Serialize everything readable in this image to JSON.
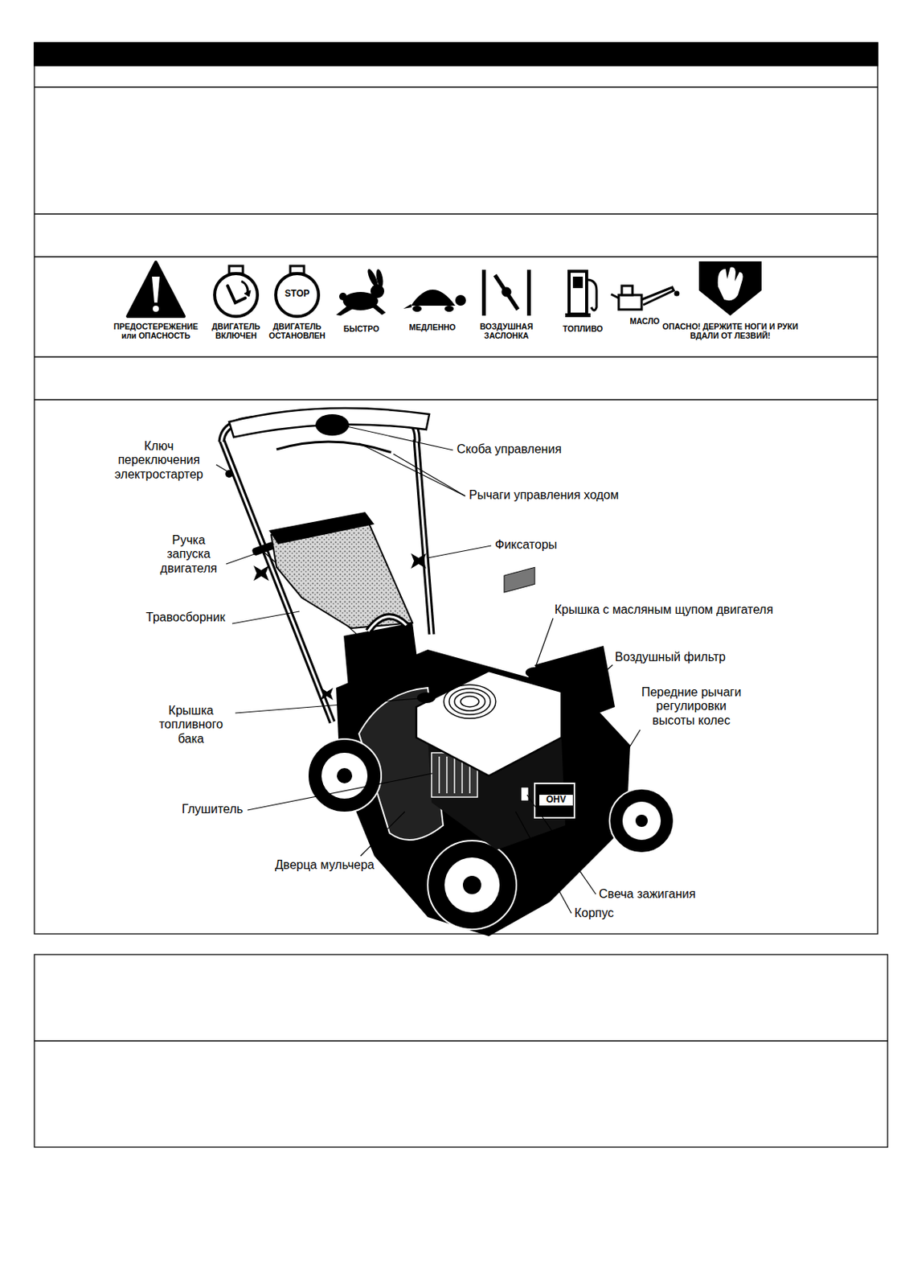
{
  "diagram": {
    "labels": [
      "ПРЕДОСТЕРЕЖЕНИЕ или ОПАСНОСТЬ",
      "ДВИГАТЕЛЬ ВКЛЮЧЕН",
      "STOP",
      "ДВИГАТЕЛЬ ОСТАНОВЛЕН",
      "БЫСТРО",
      "МЕДЛЕННО",
      "ВОЗДУШНАЯ ЗАСЛОНКА",
      "ТОПЛИВО",
      "МАСЛО",
      "ОПАСНО! ДЕРЖИТЕ НОГИ И РУКИ ВДАЛИ ОТ ЛЕЗВИЙ!",
      "Скоба управления",
      "Ключ переключения электростартер",
      "Рычаги управления ходом",
      "Ручка запуска двигателя",
      "Фиксаторы",
      "Травосборник",
      "Крышка с масляным щупом двигателя",
      "Воздушный фильтр",
      "Передние рычаги регулировки высоты колес",
      "Крышка топливного бака",
      "Глушитель",
      "OHV",
      "Дверца мульчера",
      "Свеча зажигания",
      "Корпус"
    ]
  }
}
